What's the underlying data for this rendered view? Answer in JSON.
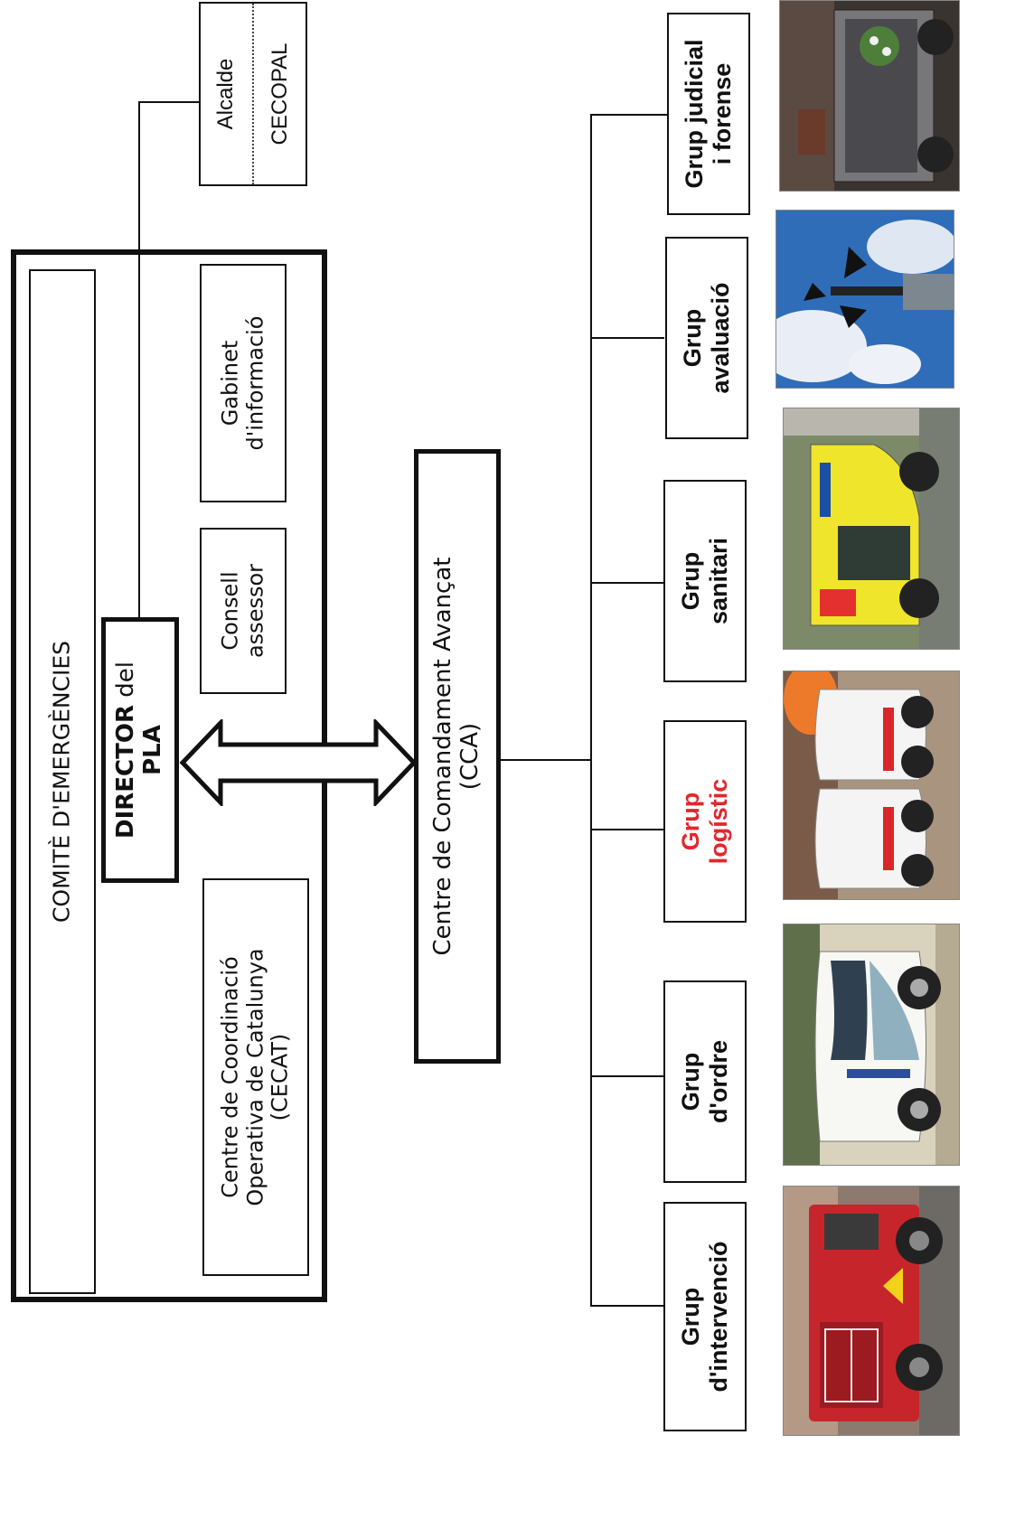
{
  "committee": {
    "title": "COMITÈ D'EMERGÈNCIES",
    "director_strong": "DIRECTOR",
    "director_rest": " del",
    "director_line2": "PLA",
    "council_line1": "Consell",
    "council_line2": "assessor",
    "cabinet_line1": "Gabinet",
    "cabinet_line2": "d'informació",
    "cecat_line1": "Centre de Coordinació",
    "cecat_line2": "Operativa de Catalunya",
    "cecat_line3": "(CECAT)"
  },
  "mayor": {
    "line1": "Alcalde",
    "line2": "CECOPAL"
  },
  "cca": {
    "line1": "Centre de Comandament Avançat",
    "line2": "(CCA)"
  },
  "groups": [
    {
      "line1": "Grup",
      "line2": "d'intervenció",
      "photo_icon": "fire-truck-icon"
    },
    {
      "line1": "Grup",
      "line2": "d'ordre",
      "photo_icon": "police-car-icon"
    },
    {
      "line1": "Grup",
      "line2": "logístic",
      "highlight": "#e3262e",
      "photo_icon": "civil-protection-cars-icon"
    },
    {
      "line1": "Grup",
      "line2": "sanitari",
      "photo_icon": "ambulance-icon"
    },
    {
      "line1": "Grup",
      "line2": "avaluació",
      "photo_icon": "anemometer-icon"
    },
    {
      "line1": "Grup judicial",
      "line2": "i forense",
      "photo_icon": "hearse-icon"
    }
  ]
}
